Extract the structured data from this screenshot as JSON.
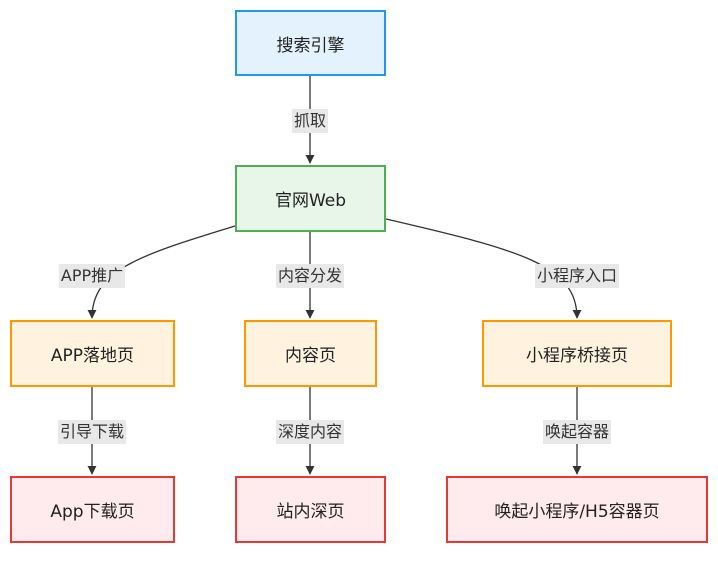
{
  "nodes": {
    "search_engine": "搜索引擎",
    "official_web": "官网Web",
    "app_landing": "APP落地页",
    "content_page": "内容页",
    "mini_bridge": "小程序桥接页",
    "app_download": "App下载页",
    "site_deep": "站内深页",
    "wake_mini_h5": "唤起小程序/H5容器页"
  },
  "edges": {
    "crawl": "抓取",
    "app_promo": "APP推广",
    "content_dist": "内容分发",
    "mini_entry": "小程序入口",
    "guide_download": "引导下载",
    "deep_content": "深度内容",
    "wake_container": "唤起容器"
  },
  "colors": {
    "blue_fill": "#e3f2fd",
    "blue_stroke": "#2196f3",
    "green_fill": "#e8f5e9",
    "green_stroke": "#4caf50",
    "orange_fill": "#fff3e0",
    "orange_stroke": "#ff9800",
    "red_fill": "#ffebee",
    "red_stroke": "#e53935",
    "edge": "#333333",
    "label_bg": "#e8e8e8"
  }
}
